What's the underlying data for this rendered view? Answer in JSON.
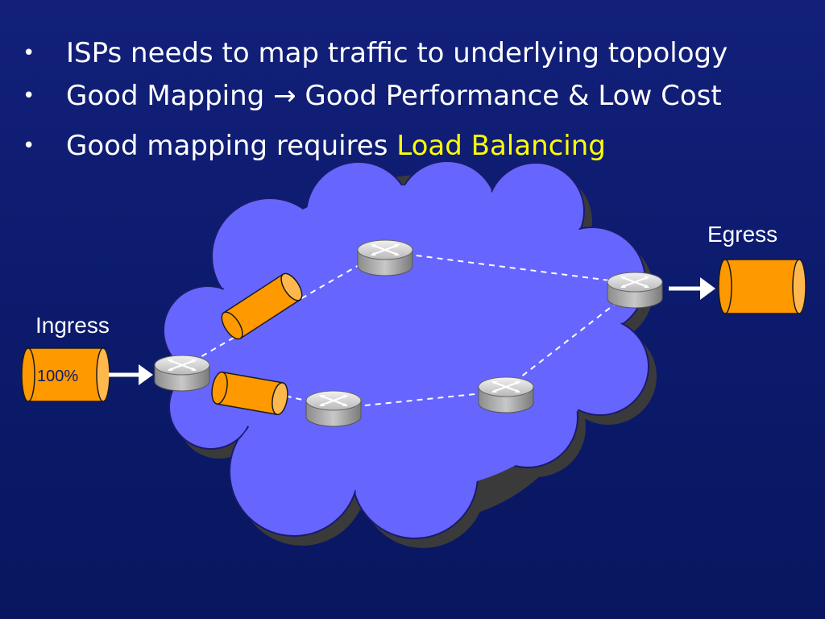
{
  "slide": {
    "bullet_glyph": "•",
    "bullets": [
      {
        "text": "ISPs needs to map traffic to underlying topology"
      },
      {
        "text_before": "Good Mapping",
        "arrow": "→",
        "text_after": "Good Performance & Low Cost"
      },
      {
        "text": "Good mapping requires ",
        "highlight": "Load Balancing"
      }
    ],
    "highlight_color": "#ffff00"
  },
  "diagram": {
    "cloud_color": "#6666ff",
    "link_color": "#ffffff",
    "cylinder_color": "#ff9900",
    "router_icon": "router-icon",
    "ingress": {
      "label": "Ingress",
      "load": "100%"
    },
    "egress": {
      "label": "Egress"
    }
  }
}
